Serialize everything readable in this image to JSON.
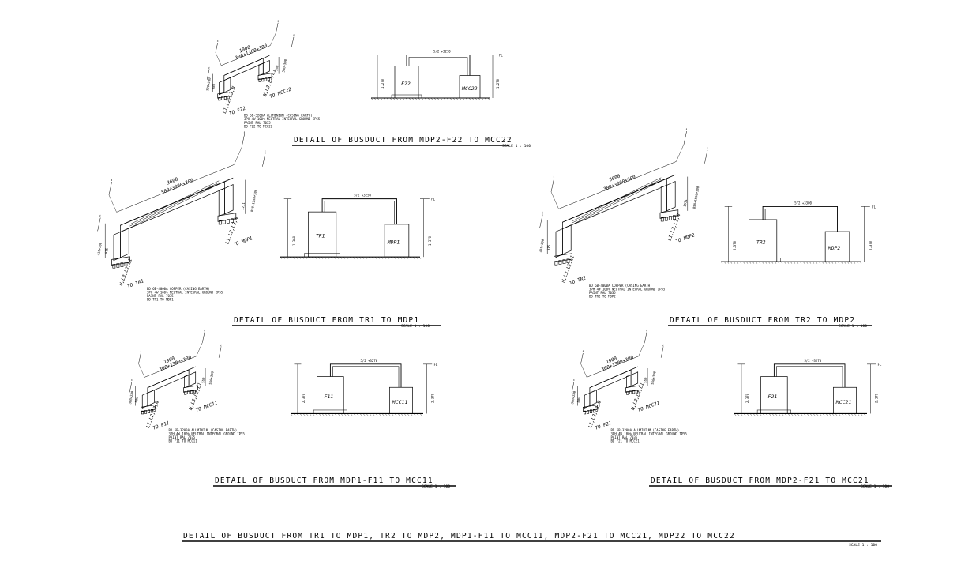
{
  "main_title": "DETAIL OF BUSDUCT FROM TR1 TO MDP1, TR2 TO MDP2, MDP1-F11 TO MCC11, MDP2-F21 TO MCC21, MDP22 TO MCC22",
  "main_scale": "SCALE 1 : 100",
  "details": [
    {
      "id": "f22",
      "title": "DETAIL OF BUSDUCT FROM MDP2-F22 TO MCC22",
      "scale": "SCALE 1 : 100",
      "iso": {
        "len": "1900",
        "len_sub": "300+1300+300",
        "h_left": "880",
        "h_left_sub": "300+280",
        "h_right": "550",
        "h_right_sub": "550+300",
        "from_phase": "L1,L2,L3,N",
        "from_to": "TO F22",
        "to_phase": "N,L3,L2,L1",
        "to_to": "TO MCC22"
      },
      "notes": [
        "BD 6B-3200A ALUMINIUM (CASING EARTH)",
        "3PH 4W 100% NEUTRAL INTEGRAL GROUND IP55",
        "PAINT RAL 7035",
        "BD F22 TO MCC22"
      ],
      "elev": {
        "left": "F22",
        "right": "MCC22",
        "top": "5/2 +3210",
        "hl": "1.270",
        "hr": "1.270"
      }
    },
    {
      "id": "tr1",
      "title": "DETAIL OF BUSDUCT FROM TR1 TO MDP1",
      "scale": "SCALE 1 : 100",
      "iso": {
        "len": "3600",
        "len_sub": "500+3000+300",
        "h_left": "815",
        "h_left_sub": "415+300",
        "h_right": "1211",
        "h_right_sub": "850+1250+300",
        "from_phase": "N,L3,L2,L1",
        "from_to": "TO TR1",
        "to_phase": "L1,L2,L3,N",
        "to_to": "TO MDP1"
      },
      "notes": [
        "BD 6B-4000A COPPER (CASING EARTH)",
        "3PH 4W 100% NEUTRAL INTEGRAL GROUND IP55",
        "PAINT RAL 7035",
        "BD TR1 TO MDP1"
      ],
      "elev": {
        "left": "TR1",
        "right": "MDP1",
        "top": "5/2 +3250",
        "hl": "1.360",
        "hr": "1.370"
      }
    },
    {
      "id": "tr2",
      "title": "DETAIL OF BUSDUCT FROM TR2 TO MDP2",
      "scale": "SCALE 1 : 100",
      "iso": {
        "len": "3600",
        "len_sub": "300+3000+300",
        "h_left": "815",
        "h_left_sub": "415+300",
        "h_right": "1551",
        "h_right_sub": "850+1550+300",
        "from_phase": "N,L3,L2,L1",
        "from_to": "TO TR2",
        "to_phase": "L1,L2,L3,N",
        "to_to": "TO MDP2"
      },
      "notes": [
        "BD 6B-4000A COPPER (CASING EARTH)",
        "3PH 4W 100% NEUTRAL INTEGRAL GROUND IP55",
        "PAINT RAL 7035",
        "BD TR2 TO MDP2"
      ],
      "elev": {
        "left": "TR2",
        "right": "MDP2",
        "top": "5/2 +3300",
        "hl": "2.370",
        "hr": "2.370"
      }
    },
    {
      "id": "f11",
      "title": "DETAIL OF BUSDUCT FROM MDP1-F11 TO MCC11",
      "scale": "SCALE 1 : 100",
      "iso": {
        "len": "1900",
        "len_sub": "300+1300+300",
        "h_left": "880",
        "h_left_sub": "300+280",
        "h_right": "550",
        "h_right_sub": "550+300",
        "from_phase": "L1,L2,L3,N",
        "from_to": "TO F11",
        "to_phase": "N,L3,L2,L1",
        "to_to": "TO MCC11"
      },
      "notes": [
        "BD 6B-3200A ALUMINIUM (CASING EARTH)",
        "3PH 4W 100% NEUTRAL INTEGRAL GROUND IP55",
        "PAINT RAL 7035",
        "BD F11 TO MCC11"
      ],
      "elev": {
        "left": "F11",
        "right": "MCC11",
        "top": "5/2 +3270",
        "hl": "2.370",
        "hr": "2.370"
      }
    },
    {
      "id": "f21",
      "title": "DETAIL OF BUSDUCT FROM MDP2-F21 TO MCC21",
      "scale": "SCALE 1 : 100",
      "iso": {
        "len": "1900",
        "len_sub": "300+1300+300",
        "h_left": "880",
        "h_left_sub": "300+280",
        "h_right": "550",
        "h_right_sub": "550+300",
        "from_phase": "L1,L2,L3,N",
        "from_to": "TO F21",
        "to_phase": "N,L3,L2,L1",
        "to_to": "TO MCC21"
      },
      "notes": [
        "BD 6B-3200A ALUMINIUM (CASING EARTH)",
        "3PH 4W 100% NEUTRAL INTEGRAL GROUND IP55",
        "PAINT RAL 7035",
        "BD F21 TO MCC21"
      ],
      "elev": {
        "left": "F21",
        "right": "MCC21",
        "top": "5/2 +3270",
        "hl": "2.370",
        "hr": "2.370"
      }
    }
  ]
}
